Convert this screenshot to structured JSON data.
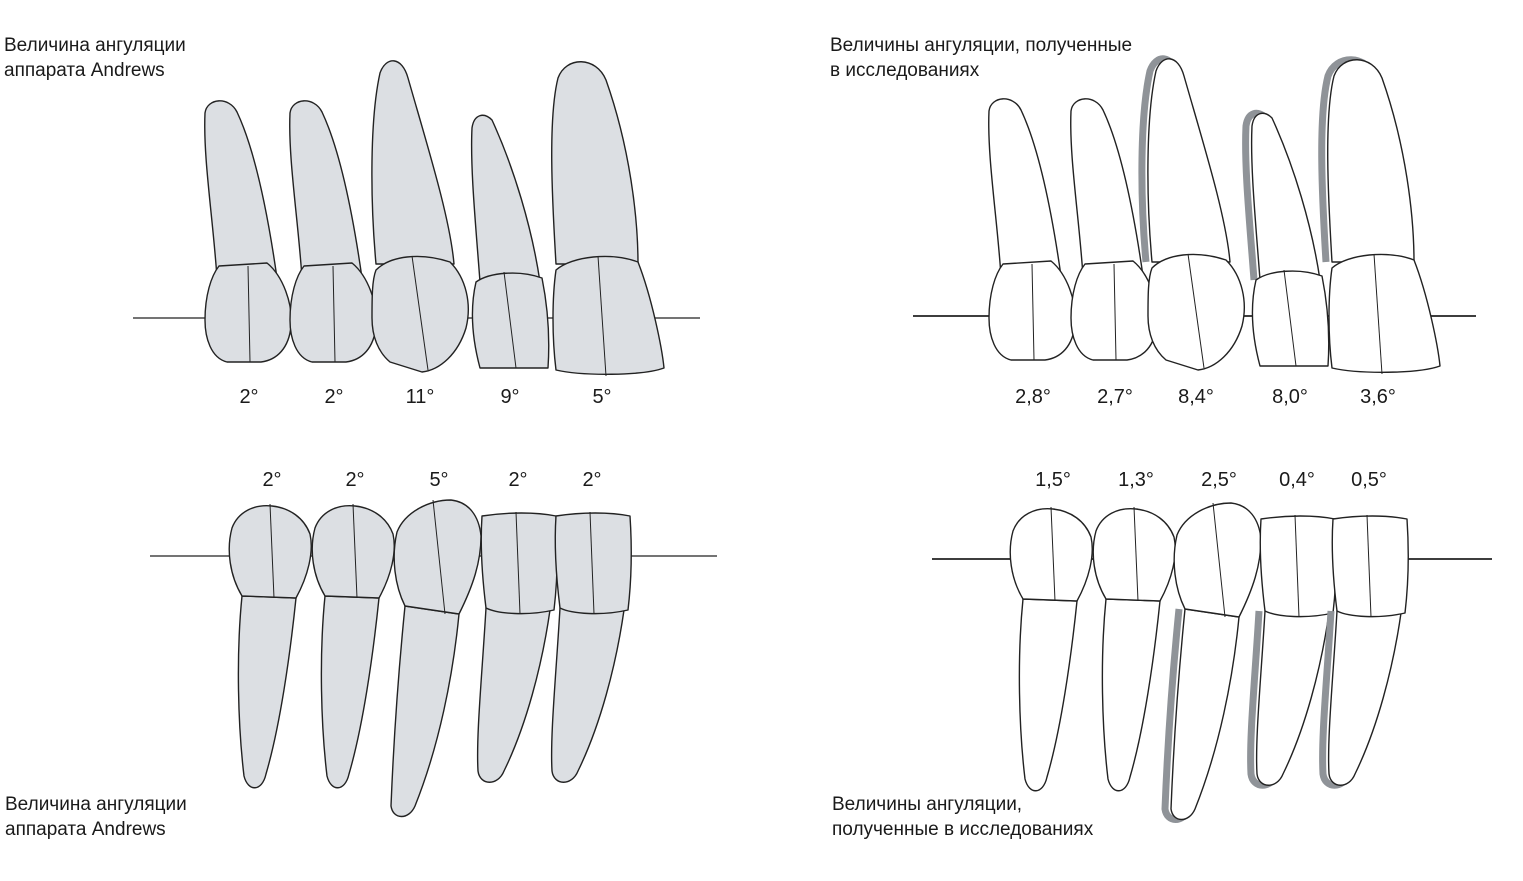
{
  "panels": {
    "upper_andrews": {
      "caption": [
        "Величина ангуляции",
        "аппарата Andrews"
      ],
      "angles": [
        "2°",
        "2°",
        "11°",
        "9°",
        "5°"
      ],
      "fill": "#dcdfe3"
    },
    "upper_research": {
      "caption": [
        "Величины ангуляции, полученные",
        "в исследованиях"
      ],
      "angles": [
        "2,8°",
        "2,7°",
        "8,4°",
        "8,0°",
        "3,6°"
      ],
      "fill": "#ffffff"
    },
    "lower_andrews": {
      "caption": [
        "Величина ангуляции",
        "аппарата Andrews"
      ],
      "angles": [
        "2°",
        "2°",
        "5°",
        "2°",
        "2°"
      ],
      "fill": "#dcdfe3"
    },
    "lower_research": {
      "caption": [
        "Величины ангуляции,",
        "полученные в исследованиях"
      ],
      "angles": [
        "1,5°",
        "1,3°",
        "2,5°",
        "0,4°",
        "0,5°"
      ],
      "fill": "#ffffff"
    }
  },
  "colors": {
    "outline": "#222222",
    "shadow": "#8f9398"
  }
}
